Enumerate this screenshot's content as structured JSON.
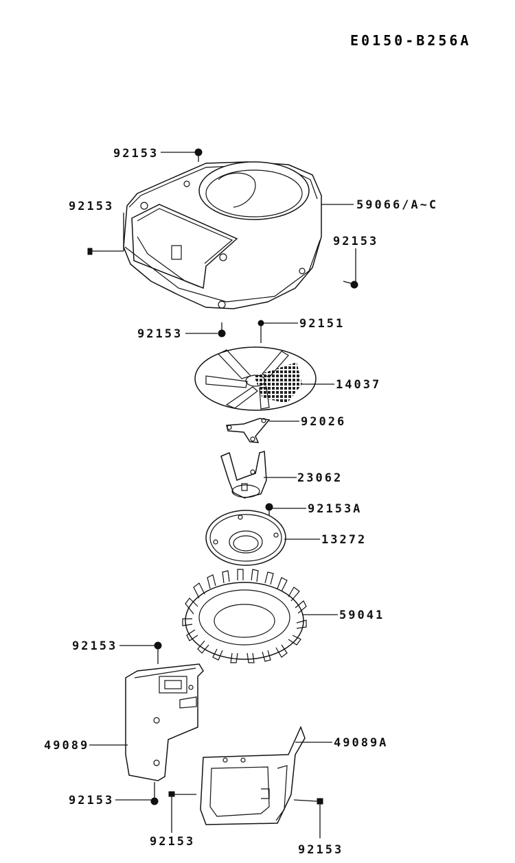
{
  "diagram_code": "E0150-B256A",
  "labels": {
    "bolt_top": "92153",
    "bolt_left": "92153",
    "shroud": "59066/A~C",
    "bolt_right": "92153",
    "bolt_bottom_shroud": "92153",
    "bolt_screen": "92151",
    "screen": "14037",
    "plate": "92026",
    "cup": "23062",
    "bolt_cup": "92153A",
    "pulley": "13272",
    "fan": "59041",
    "bolt_cover_top": "92153",
    "cover": "49089",
    "cover_a": "49089A",
    "bolt_cover_bottom": "92153",
    "bolt_cover_a_left": "92153",
    "bolt_cover_a_right": "92153"
  }
}
